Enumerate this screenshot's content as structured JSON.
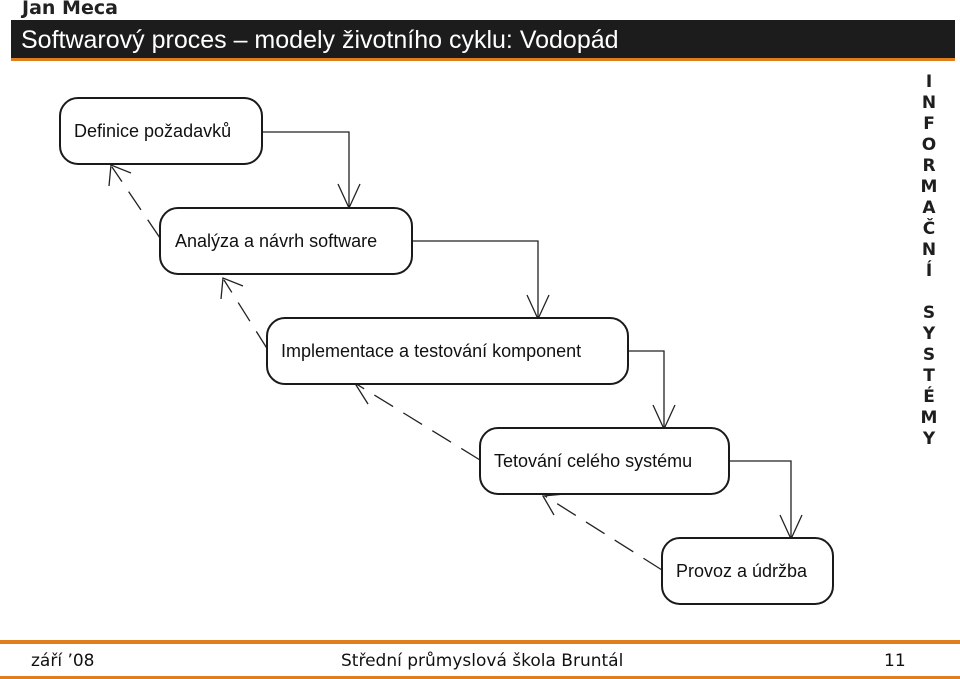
{
  "header": {
    "author": "Jan Meca",
    "title": "Softwarový proces – modely životního cyklu: Vodopád"
  },
  "diagram": {
    "stages": [
      {
        "label": "Definice požadavků"
      },
      {
        "label": "Analýza a návrh software"
      },
      {
        "label": "Implementace a testování komponent"
      },
      {
        "label": "Tetování celého systému"
      },
      {
        "label": "Provoz a údržba"
      }
    ]
  },
  "sidebar": {
    "letters_word1": [
      "I",
      "N",
      "F",
      "O",
      "R",
      "M",
      "A",
      "Č",
      "N",
      "Í"
    ],
    "letters_word2": [
      "S",
      "Y",
      "S",
      "T",
      "É",
      "M",
      "Y"
    ]
  },
  "footer": {
    "date": "září ’08",
    "school": "Střední průmyslová škola Bruntál",
    "page": "11"
  }
}
